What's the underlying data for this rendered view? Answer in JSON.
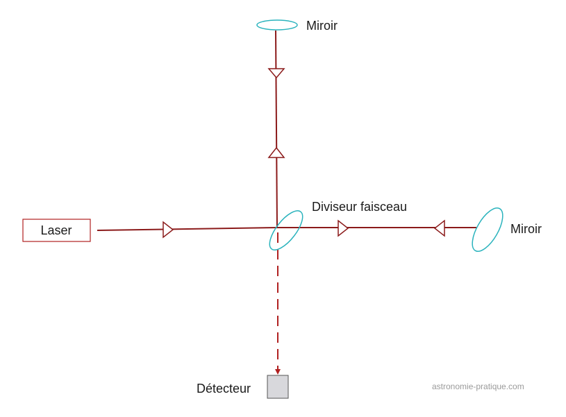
{
  "labels": {
    "laser": "Laser",
    "mirror_top": "Miroir",
    "mirror_right": "Miroir",
    "splitter": "Diviseur faisceau",
    "detector": "Détecteur"
  },
  "watermark": "astronomie-pratique.com",
  "colors": {
    "beam": "#8b1a1a",
    "laser_border": "#b02020",
    "optic": "#2ab3bd",
    "detector_fill": "#d8d8dc",
    "detector_stroke": "#555555",
    "watermark": "#9a9a9a"
  }
}
